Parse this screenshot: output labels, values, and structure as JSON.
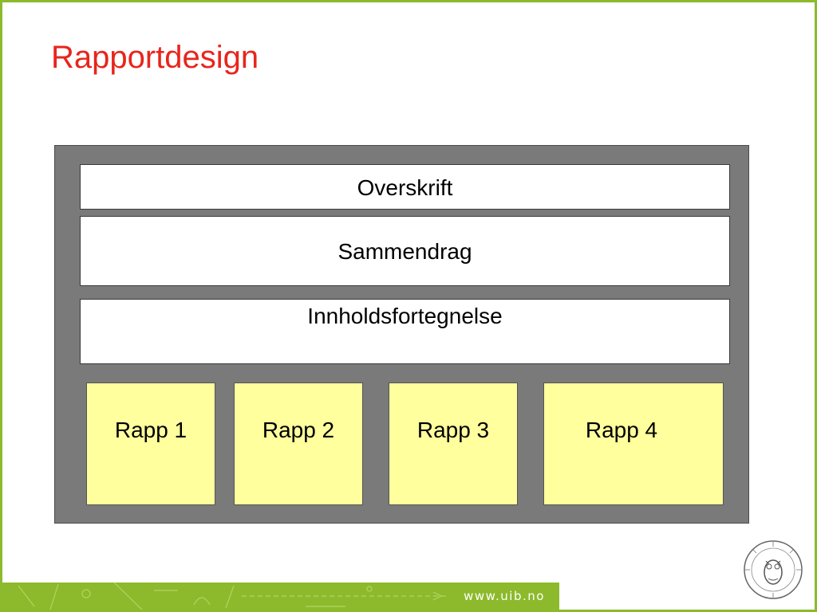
{
  "slide": {
    "title": "Rapportdesign"
  },
  "diagram": {
    "heading_box": "Overskrift",
    "summary_box": "Sammendrag",
    "toc_box": "Innholdsfortegnelse",
    "report_boxes": [
      "Rapp 1",
      "Rapp 2",
      "Rapp 3",
      "Rapp 4"
    ]
  },
  "footer": {
    "url": "www.uib.no",
    "logo_icon": "uib-seal-icon"
  },
  "colors": {
    "accent_green": "#8cba2c",
    "title_red": "#e8251c",
    "panel_gray": "#7a7a7a",
    "report_yellow": "#ffff9e"
  }
}
